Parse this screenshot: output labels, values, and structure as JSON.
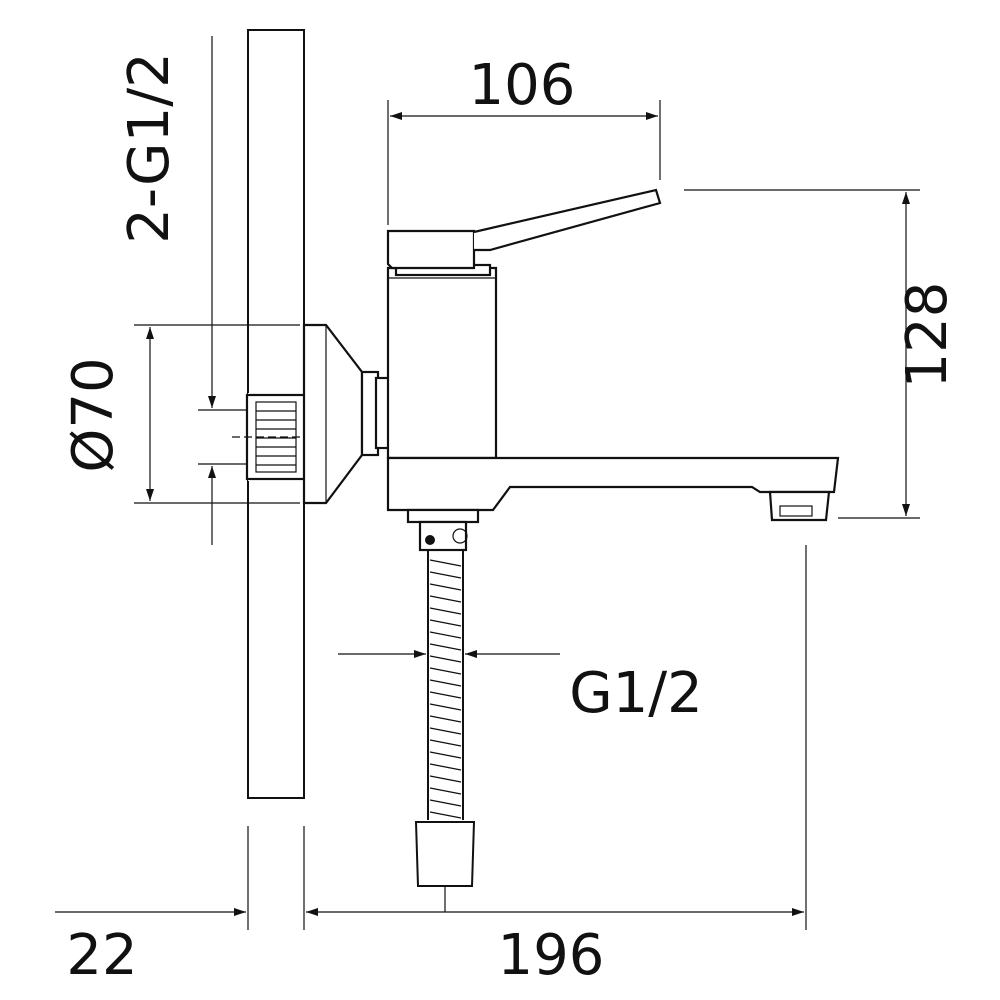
{
  "labels": {
    "thread_inlets": "2-G1/2",
    "flange_diameter": "Ø70",
    "top_width": "106",
    "height": "128",
    "hose_thread": "G1/2",
    "wall_offset": "22",
    "projection": "196"
  },
  "colors": {
    "line": "#111111",
    "background": "#ffffff"
  }
}
